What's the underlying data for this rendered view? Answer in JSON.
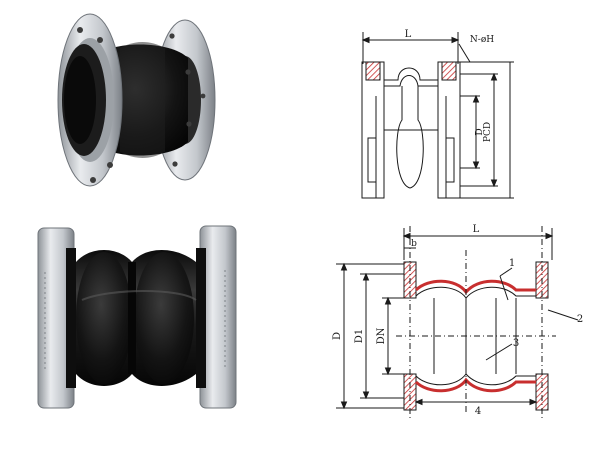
{
  "drawing_1": {
    "length_label": "L",
    "bolt_holes_label": "N-øH",
    "inner_diameter_label": "D",
    "pcd_label": "PCD"
  },
  "drawing_2": {
    "length_label": "L",
    "flange_thickness_label": "b",
    "outer_diameter_label": "D",
    "bolt_circle_label": "D1",
    "nominal_diameter_label": "DN",
    "callout_1": "1",
    "callout_2": "2",
    "callout_3": "3",
    "callout_4": "4"
  },
  "colors": {
    "rubber": "#151515",
    "flange": "#c6c9cd",
    "line": "#1a1a1a",
    "hatch": "#c82f2f"
  }
}
